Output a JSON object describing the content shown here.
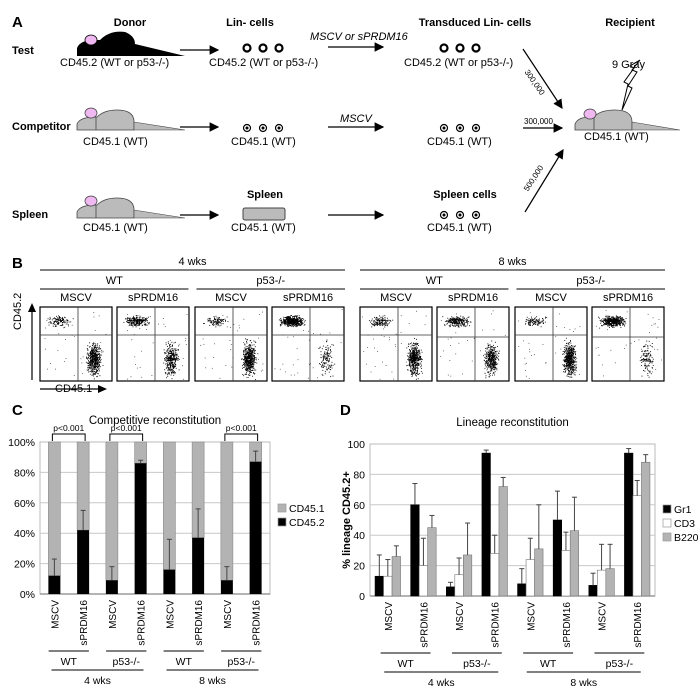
{
  "panelA": {
    "letter": "A",
    "column_headers": [
      "Donor",
      "Lin- cells",
      "Transduced Lin- cells",
      "Recipient"
    ],
    "rows": [
      {
        "label": "Test",
        "donor": "CD45.2 (WT or p53-/-)",
        "cells": "CD45.2 (WT or p53-/-)",
        "transduction": "MSCV or sPRDM16",
        "transduced": "CD45.2 (WT or p53-/-)",
        "dose": "300,000"
      },
      {
        "label": "Competitor",
        "donor": "CD45.1 (WT)",
        "cells": "CD45.1 (WT)",
        "transduction": "MSCV",
        "transduced": "CD45.1 (WT)",
        "dose": "300,000"
      },
      {
        "label": "Spleen",
        "donor": "CD45.1 (WT)",
        "cells_header": "Spleen",
        "cells": "CD45.1 (WT)",
        "transduced_header": "Spleen cells",
        "transduced": "CD45.1 (WT)",
        "dose": "500,000"
      }
    ],
    "recipient": {
      "label": "CD45.1 (WT)",
      "irradiation": "9 Gray"
    }
  },
  "panelB": {
    "letter": "B",
    "timepoints": [
      "4 wks",
      "8 wks"
    ],
    "genotypes": [
      "WT",
      "p53-/-"
    ],
    "vectors": [
      "MSCV",
      "sPRDM16"
    ],
    "y_axis": "CD45.2",
    "x_axis": "CD45.1",
    "plots": [
      {
        "time": "4 wks",
        "genotype": "WT",
        "vector": "MSCV",
        "upper_left_density": 0.12,
        "lower_right_density": 0.88
      },
      {
        "time": "4 wks",
        "genotype": "WT",
        "vector": "sPRDM16",
        "upper_left_density": 0.42,
        "lower_right_density": 0.58
      },
      {
        "time": "4 wks",
        "genotype": "p53-/-",
        "vector": "MSCV",
        "upper_left_density": 0.09,
        "lower_right_density": 0.91
      },
      {
        "time": "4 wks",
        "genotype": "p53-/-",
        "vector": "sPRDM16",
        "upper_left_density": 0.86,
        "lower_right_density": 0.14
      },
      {
        "time": "8 wks",
        "genotype": "WT",
        "vector": "MSCV",
        "upper_left_density": 0.16,
        "lower_right_density": 0.84
      },
      {
        "time": "8 wks",
        "genotype": "WT",
        "vector": "sPRDM16",
        "upper_left_density": 0.37,
        "lower_right_density": 0.63
      },
      {
        "time": "8 wks",
        "genotype": "p53-/-",
        "vector": "MSCV",
        "upper_left_density": 0.09,
        "lower_right_density": 0.91
      },
      {
        "time": "8 wks",
        "genotype": "p53-/-",
        "vector": "sPRDM16",
        "upper_left_density": 0.87,
        "lower_right_density": 0.13
      }
    ]
  },
  "panelC": {
    "letter": "C"
  },
  "panelD": {
    "letter": "D"
  },
  "chart_data": [
    {
      "type": "bar",
      "stacked": true,
      "title": "Competitive reconstitution",
      "categories": [
        "MSCV",
        "sPRDM16",
        "MSCV",
        "sPRDM16",
        "MSCV",
        "sPRDM16",
        "MSCV",
        "sPRDM16"
      ],
      "genotype_groups": [
        "WT",
        "p53-/-",
        "WT",
        "p53-/-"
      ],
      "time_groups": [
        "4 wks",
        "8 wks"
      ],
      "series": [
        {
          "name": "CD45.2",
          "color": "#000000",
          "values": [
            12,
            42,
            9,
            86,
            16,
            37,
            9,
            87
          ],
          "error_top": [
            23,
            55,
            18,
            88,
            36,
            56,
            18,
            94
          ]
        },
        {
          "name": "CD45.1",
          "color": "#b3b3b3",
          "values": [
            88,
            58,
            91,
            14,
            84,
            63,
            91,
            13
          ]
        }
      ],
      "yticks": [
        "0%",
        "20%",
        "40%",
        "60%",
        "80%",
        "100%"
      ],
      "ylim": [
        0,
        100
      ],
      "annotations": [
        {
          "text": "p<0.001",
          "between": [
            0,
            1
          ]
        },
        {
          "text": "p<0.001",
          "between": [
            2,
            3
          ]
        },
        {
          "text": "p<0.001",
          "between": [
            6,
            7
          ]
        }
      ],
      "legend": "right",
      "grid": true
    },
    {
      "type": "bar",
      "title": "Lineage reconstitution",
      "ylabel": "% lineage CD45.2+",
      "categories": [
        "MSCV",
        "sPRDM16",
        "MSCV",
        "sPRDM16",
        "MSCV",
        "sPRDM16",
        "MSCV",
        "sPRDM16"
      ],
      "genotype_groups": [
        "WT",
        "p53-/-",
        "WT",
        "p53-/-"
      ],
      "time_groups": [
        "4 wks",
        "8 wks"
      ],
      "series": [
        {
          "name": "Gr1",
          "color": "#000000",
          "values": [
            13,
            60,
            6,
            94,
            8,
            50,
            7,
            94
          ],
          "error_top": [
            27,
            74,
            9,
            96,
            18,
            69,
            15,
            97
          ]
        },
        {
          "name": "CD3",
          "color": "#ffffff",
          "values": [
            13,
            20,
            14,
            28,
            24,
            30,
            17,
            66
          ],
          "error_top": [
            24,
            38,
            25,
            40,
            38,
            42,
            34,
            76
          ]
        },
        {
          "name": "B220",
          "color": "#b3b3b3",
          "values": [
            26,
            45,
            27,
            72,
            31,
            43,
            18,
            88
          ],
          "error_top": [
            33,
            53,
            48,
            78,
            60,
            65,
            34,
            93
          ]
        }
      ],
      "yticks": [
        "0",
        "20",
        "40",
        "60",
        "80",
        "100"
      ],
      "ylim": [
        0,
        100
      ],
      "legend": "right",
      "grid": true
    }
  ]
}
